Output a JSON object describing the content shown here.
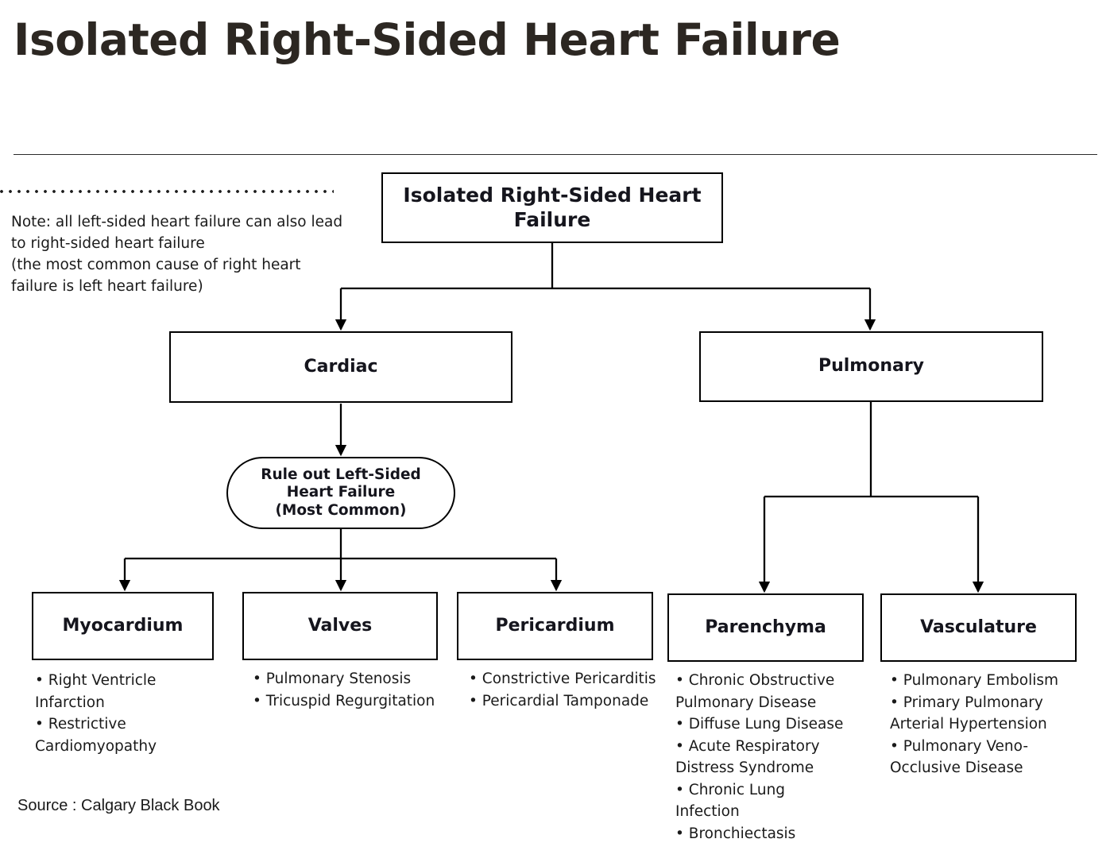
{
  "page": {
    "title": "Isolated Right-Sided Heart Failure",
    "source": "Source : Calgary Black Book"
  },
  "note": {
    "lines": [
      "Note: all left-sided heart failure can also lead",
      "to right-sided heart failure",
      "(the most common cause of right heart",
      "failure is left heart failure)"
    ]
  },
  "chart_data": {
    "type": "diagram",
    "title": "Isolated Right-Sided Heart Failure",
    "root": "Isolated Right-Sided Heart Failure",
    "nodes": {
      "root": {
        "label": "Isolated Right-Sided Heart Failure",
        "shape": "rect"
      },
      "cardiac": {
        "label": "Cardiac",
        "shape": "rect"
      },
      "pulmonary": {
        "label": "Pulmonary",
        "shape": "rect"
      },
      "ruleout": {
        "label": "Rule out Left-Sided Heart Failure (Most Common)",
        "shape": "rounded"
      },
      "myocardium": {
        "label": "Myocardium",
        "shape": "rect"
      },
      "valves": {
        "label": "Valves",
        "shape": "rect"
      },
      "pericardium": {
        "label": "Pericardium",
        "shape": "rect"
      },
      "parenchyma": {
        "label": "Parenchyma",
        "shape": "rect"
      },
      "vasculature": {
        "label": "Vasculature",
        "shape": "rect"
      }
    },
    "edges": [
      [
        "root",
        "cardiac"
      ],
      [
        "root",
        "pulmonary"
      ],
      [
        "cardiac",
        "ruleout"
      ],
      [
        "ruleout",
        "myocardium"
      ],
      [
        "ruleout",
        "valves"
      ],
      [
        "ruleout",
        "pericardium"
      ],
      [
        "pulmonary",
        "parenchyma"
      ],
      [
        "pulmonary",
        "vasculature"
      ]
    ],
    "leaf_items": {
      "myocardium": [
        "Right Ventricle Infarction",
        "Restrictive Cardiomyopathy"
      ],
      "valves": [
        "Pulmonary Stenosis",
        "Tricuspid Regurgitation"
      ],
      "pericardium": [
        "Constrictive Pericarditis",
        "Pericardial Tamponade"
      ],
      "parenchyma": [
        "Chronic Obstructive Pulmonary Disease",
        "Diffuse Lung Disease",
        "Acute Respiratory Distress Syndrome",
        "Chronic Lung Infection",
        "Bronchiectasis"
      ],
      "vasculature": [
        "Pulmonary Embolism",
        "Primary Pulmonary Arterial Hypertension",
        "Pulmonary Veno-Occlusive Disease"
      ]
    },
    "note": "Note: all left-sided heart failure can also lead to right-sided heart failure (the most common cause of right heart failure is left heart failure)",
    "source": "Source : Calgary Black Book",
    "colors": {
      "stroke": "#000000",
      "text": "#15151d",
      "title": "#2c2722",
      "background": "#ffffff"
    }
  },
  "nodes": {
    "root": {
      "line1": "Isolated Right-Sided Heart",
      "line2": "Failure"
    },
    "cardiac": {
      "label": "Cardiac"
    },
    "pulmonary": {
      "label": "Pulmonary"
    },
    "ruleout": {
      "line1": "Rule out Left-Sided",
      "line2": "Heart Failure",
      "line3": "(Most Common)"
    },
    "myocardium": {
      "label": "Myocardium"
    },
    "valves": {
      "label": "Valves"
    },
    "pericardium": {
      "label": "Pericardium"
    },
    "parenchyma": {
      "label": "Parenchyma"
    },
    "vasculature": {
      "label": "Vasculature"
    }
  },
  "bullets": {
    "myocardium": [
      "• Right Ventricle",
      "Infarction",
      "• Restrictive",
      "Cardiomyopathy"
    ],
    "valves": [
      "• Pulmonary Stenosis",
      "• Tricuspid Regurgitation"
    ],
    "pericardium": [
      "• Constrictive Pericarditis",
      "• Pericardial Tamponade"
    ],
    "parenchyma": [
      "• Chronic Obstructive",
      "Pulmonary Disease",
      "• Diffuse Lung Disease",
      "• Acute Respiratory",
      "Distress Syndrome",
      "• Chronic Lung",
      "Infection",
      "• Bronchiectasis"
    ],
    "vasculature": [
      "• Pulmonary Embolism",
      "• Primary Pulmonary",
      "Arterial Hypertension",
      "• Pulmonary Veno-",
      "Occlusive Disease"
    ]
  }
}
